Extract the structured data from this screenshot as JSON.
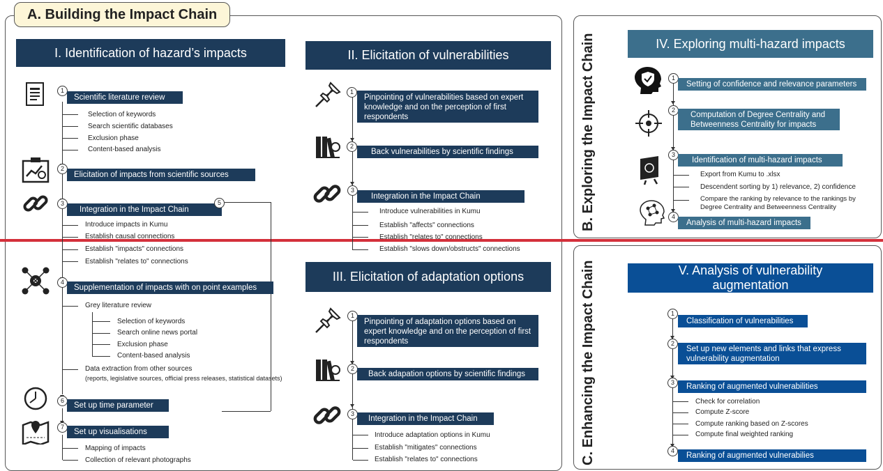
{
  "sections": {
    "a_title": "A. Building the Impact Chain",
    "b_title": "B. Exploring the Impact Chain",
    "c_title": "C. Enhancing the Impact Chain"
  },
  "headers": {
    "h1": "I. Identification of hazard’s impacts",
    "h2": "II. Elicitation of vulnerabilities",
    "h3": "III. Elicitation of adaptation options",
    "h4": "IV. Exploring multi-hazard impacts",
    "h5": "V. Analysis of vulnerability augmentation"
  },
  "col1": {
    "steps": [
      {
        "n": "1",
        "label": "Scientific literature review"
      },
      {
        "n": "2",
        "label": "Elicitation of impacts from scientific sources"
      },
      {
        "n": "3",
        "label": "Integration in the Impact Chain"
      },
      {
        "n": "4",
        "label": "Supplementation of impacts with on point examples"
      },
      {
        "n": "6",
        "label": "Set up time parameter"
      },
      {
        "n": "7",
        "label": "Set up visualisations"
      }
    ],
    "loop_num": "5",
    "s1_sub": [
      "Selection of keywords",
      "Search scientific databases",
      "Exclusion phase",
      "Content-based analysis"
    ],
    "s3_sub": [
      "Introduce impacts in Kumu",
      "Establish causal connections",
      "Establish \"impacts\" connections",
      "Establish \"relates to\" connections"
    ],
    "s4_sub_a": "Grey literature review",
    "s4_sub_grey": [
      "Selection of keywords",
      "Search online news portal",
      "Exclusion phase",
      "Content-based analysis"
    ],
    "s4_sub_b": "Data extraction from other sources",
    "s4_sub_b2": "(reports, legislative sources, official press releases, statistical datasets)",
    "s7_sub": [
      "Mapping of impacts",
      "Collection of relevant photographs"
    ]
  },
  "col2": {
    "steps": [
      {
        "n": "1",
        "label": "Pinpointing of vulnerabilities based on expert knowledge and on the perception of first respondents"
      },
      {
        "n": "2",
        "label": "Back vulnerabilities by scientific findings"
      },
      {
        "n": "3",
        "label": "Integration in the Impact Chain"
      }
    ],
    "s3_sub": [
      "Introduce vulnerabilities in Kumu",
      "Establish \"affects\" connections",
      "Establish \"relates to\" connections",
      "Establish \"slows down/obstructs\" connections"
    ]
  },
  "col3": {
    "steps": [
      {
        "n": "1",
        "label": "Pinpointing of adaptation options based on expert knowledge and on the perception of first respondents"
      },
      {
        "n": "2",
        "label": "Back adapation options by scientific findings"
      },
      {
        "n": "3",
        "label": "Integration in the Impact Chain"
      }
    ],
    "s3_sub": [
      "Introduce adaptation options in Kumu",
      "Establish \"mitigates\" connections",
      "Establish \"relates to\" connections"
    ]
  },
  "col4": {
    "steps": [
      {
        "n": "1",
        "label": "Setting of confidence and relevance parameters"
      },
      {
        "n": "2",
        "label": "Computation of Degree Centrality and Betweenness Centrality for impacts"
      },
      {
        "n": "3",
        "label": "Identification of  multi-hazard impacts"
      },
      {
        "n": "4",
        "label": "Analysis of multi-hazard impacts"
      }
    ],
    "s3_sub": [
      "Export from Kumu to .xlsx",
      "Descendent sorting by 1) relevance, 2) confidence",
      "Compare the ranking by relevance to the rankings by",
      "Degree Centrality and Betweenness Centrality"
    ]
  },
  "col5": {
    "steps": [
      {
        "n": "1",
        "label": "Classification of vulnerabilities"
      },
      {
        "n": "2",
        "label": "Set up new elements and links that express vulnerability augmentation"
      },
      {
        "n": "3",
        "label": "Ranking of augmented vulnerabilities"
      },
      {
        "n": "4",
        "label": "Ranking of augmented vulnerabilies"
      }
    ],
    "s3_sub": [
      "Check for correlation",
      "Compute Z-score",
      "Compute ranking based on Z-scores",
      "Compute final weighted ranking"
    ]
  },
  "colors": {
    "dark": "#1d3b5a",
    "teal": "#3c6f8c",
    "blue": "#0a4f96",
    "divider": "#d4303b",
    "tab": "#fdf6d8"
  },
  "icons": [
    "document-icon",
    "analysis-board-icon",
    "chain-link-icon",
    "gears-network-icon",
    "clock-icon",
    "map-icon",
    "pushpin-icon",
    "books-icon",
    "head-shield-icon",
    "crosshair-icon",
    "computer-icon",
    "brain-network-icon"
  ]
}
